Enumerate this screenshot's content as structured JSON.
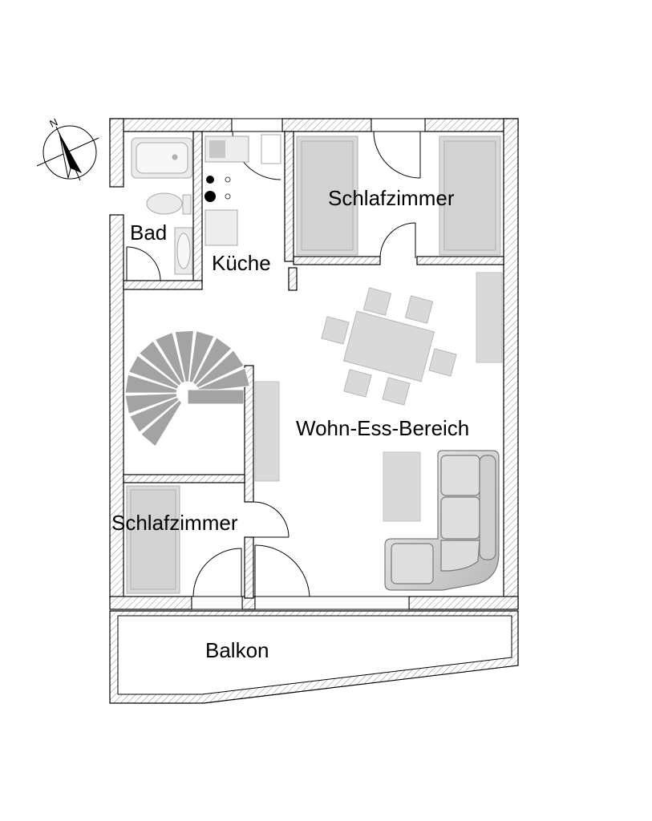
{
  "rooms": {
    "bad": "Bad",
    "kueche": "Küche",
    "schlafzimmer_oben": "Schlafzimmer",
    "wohn_ess": "Wohn-Ess-Bereich",
    "schlafzimmer_unten": "Schlafzimmer",
    "balkon": "Balkon"
  },
  "compass": {
    "north_letter": "N"
  },
  "colors": {
    "wall_stroke": "#000000",
    "hatch": "#888888",
    "furniture_fill": "#d9d9d9",
    "furniture_stroke": "#a8a8a8",
    "plant_fill": "#a3a3a3",
    "background": "#ffffff"
  }
}
